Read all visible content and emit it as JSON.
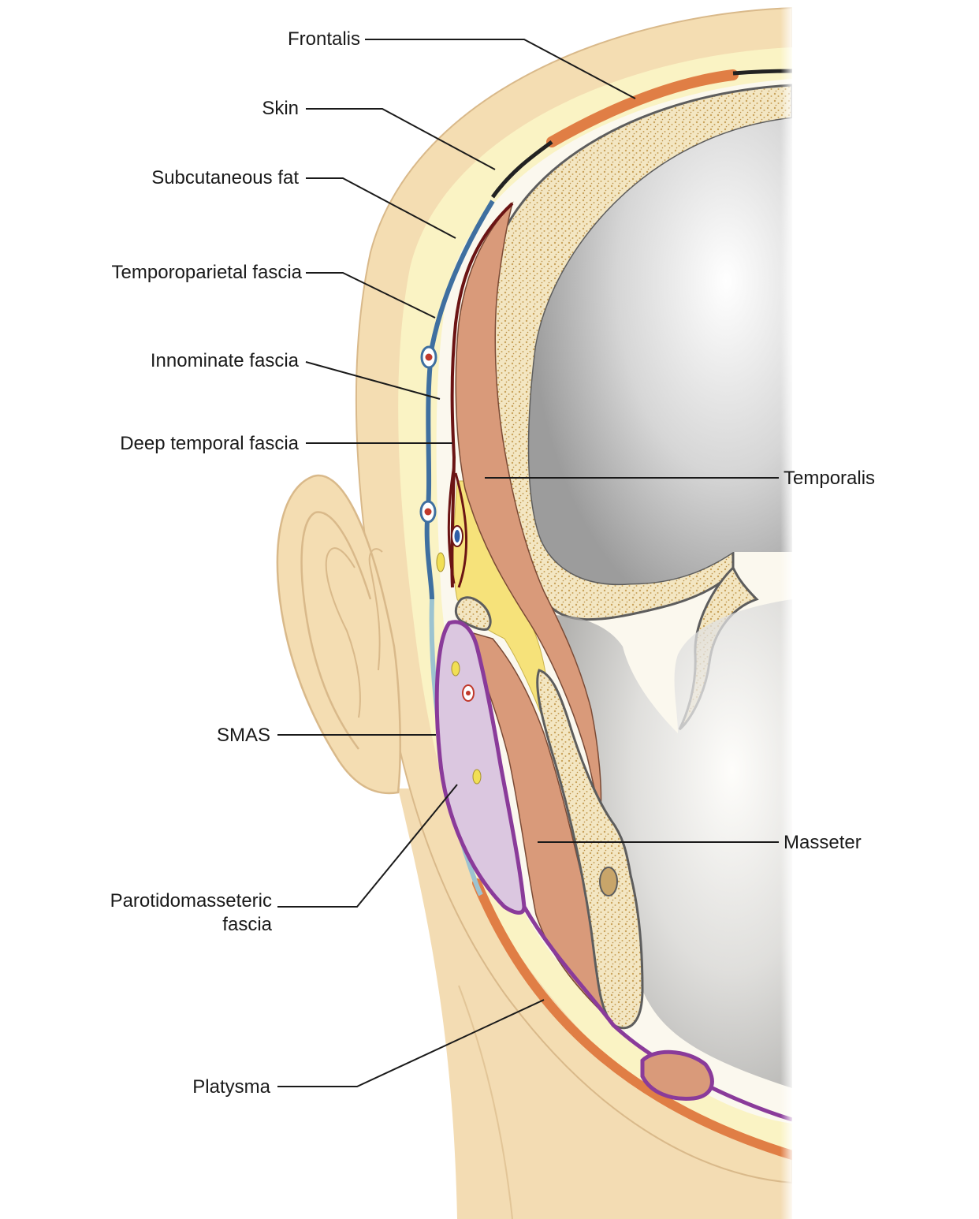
{
  "labels": {
    "frontalis": "Frontalis",
    "skin": "Skin",
    "subcutaneous_fat": "Subcutaneous fat",
    "temporoparietal_fascia": "Temporoparietal fascia",
    "innominate_fascia": "Innominate fascia",
    "deep_temporal_fascia": "Deep temporal fascia",
    "temporalis": "Temporalis",
    "smas": "SMAS",
    "parotidomasseteric_line1": "Parotidomasseteric",
    "parotidomasseteric_line2": "fascia",
    "masseter": "Masseter",
    "platysma": "Platysma"
  },
  "colors": {
    "skin": "#f4ddb2",
    "subcutaneous_fat": "#faf3c4",
    "muscle": "#d99a7a",
    "frontalis": "#e07e45",
    "temporoparietal_fascia": "#3f6fa0",
    "smas": "#9cc3d0",
    "deep_temporal_fascia": "#6b1414",
    "parotid": "#dbc7e0",
    "parotid_fascia": "#8a3b9a",
    "fat_pad": "#f6e27a",
    "bone": "#f2e4bf"
  }
}
